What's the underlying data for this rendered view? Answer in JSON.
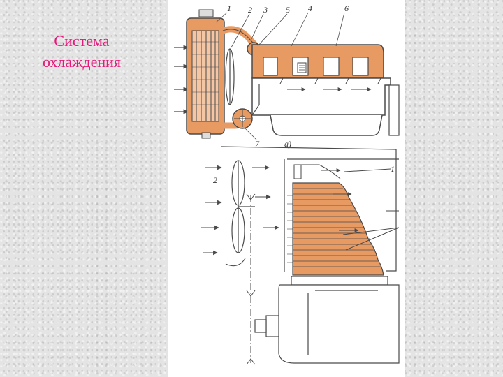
{
  "slide": {
    "title_line1": "Система",
    "title_line2": "охлаждения"
  },
  "diagram": {
    "callouts_top": [
      "1",
      "2",
      "3",
      "5",
      "4",
      "6"
    ],
    "callout_pump": "7",
    "caption_a": "а)",
    "callout_fan": "2",
    "callout_right": "1"
  },
  "colors": {
    "coolant": "#e89a63",
    "line": "#4a4a4a",
    "title": "#e6197a"
  }
}
